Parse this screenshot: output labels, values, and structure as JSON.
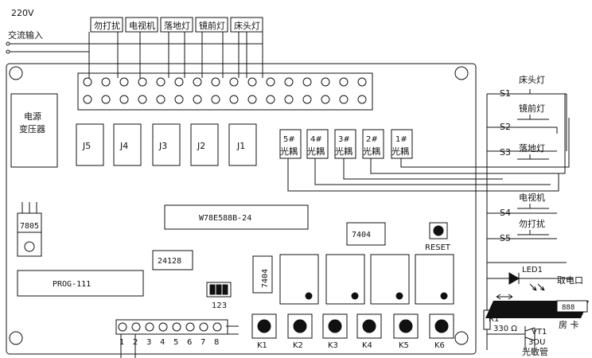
{
  "power": {
    "voltage": "220V",
    "label": "交流输入"
  },
  "loads": [
    "勿打扰",
    "电视机",
    "落地灯",
    "镜前灯",
    "床头灯"
  ],
  "transformer": {
    "line1": "电源",
    "line2": "变压器"
  },
  "relays": [
    "J5",
    "J4",
    "J3",
    "J2",
    "J1"
  ],
  "optocouplers": [
    {
      "num": "5#",
      "label": "光耦"
    },
    {
      "num": "4#",
      "label": "光耦"
    },
    {
      "num": "3#",
      "label": "光耦"
    },
    {
      "num": "2#",
      "label": "光耦"
    },
    {
      "num": "1#",
      "label": "光耦"
    }
  ],
  "chips": {
    "regulator": "7805",
    "mcu": "W78E588B-24",
    "eeprom": "24128",
    "prog": "PROG-111",
    "ic7404_top": "7404",
    "ic7404_left": "7404"
  },
  "dip_label": "123",
  "reset_label": "RESET",
  "keys": [
    "K1",
    "K2",
    "K3",
    "K4",
    "K5",
    "K6"
  ],
  "terminal_numbers": [
    "1",
    "2",
    "3",
    "4",
    "5",
    "6",
    "7",
    "8"
  ],
  "switches": [
    {
      "id": "S1",
      "label": "床头灯"
    },
    {
      "id": "S2",
      "label": "镜前灯"
    },
    {
      "id": "S3",
      "label": "落地灯"
    },
    {
      "id": "S4",
      "label": "电视机"
    },
    {
      "id": "S5",
      "label": "勿打扰"
    }
  ],
  "led_label": "LED1",
  "card_slot_label": "取电口",
  "card_label": "房  卡",
  "card_text": "888",
  "resistor": {
    "name": "R1",
    "value": "330 Ω"
  },
  "phototransistor": {
    "name": "VT1",
    "model": "3DU",
    "label": "光敏管"
  }
}
